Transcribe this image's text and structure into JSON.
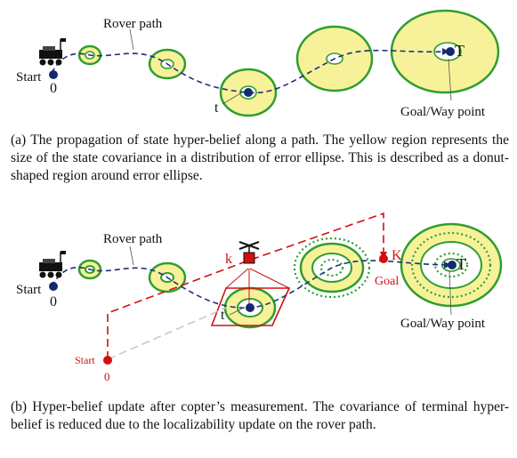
{
  "panel_a": {
    "rover_path_label": "Rover path",
    "start_label": "Start",
    "start_index": "0",
    "t_label": "t",
    "target_label": "T",
    "goal_label": "Goal/Way point",
    "caption": "(a) The propagation of state hyper-belief along a path. The yellow region represents the size of the state covariance in a distribution of error ellipse. This is described as a donut-shaped region around error ellipse."
  },
  "panel_b": {
    "rover_path_label": "Rover path",
    "start_label": "Start",
    "start_index": "0",
    "t_label": "t",
    "target_label": "T",
    "goal_label": "Goal/Way point",
    "copter_k_label": "k",
    "copter_K_label": "K",
    "copter_goal_label": "Goal",
    "copter_start_label": "Start",
    "copter_start_index": "0",
    "caption": "(b) Hyper-belief update after copter’s measurement. The covariance of terminal hyper-belief is reduced due to the localizability update on the rover path."
  },
  "colors": {
    "ellipse_fill": "#f7f29a",
    "ellipse_stroke": "#2f9e2f",
    "path": "#1f2f7a",
    "node": "#142a6e",
    "copter": "#d01010"
  }
}
